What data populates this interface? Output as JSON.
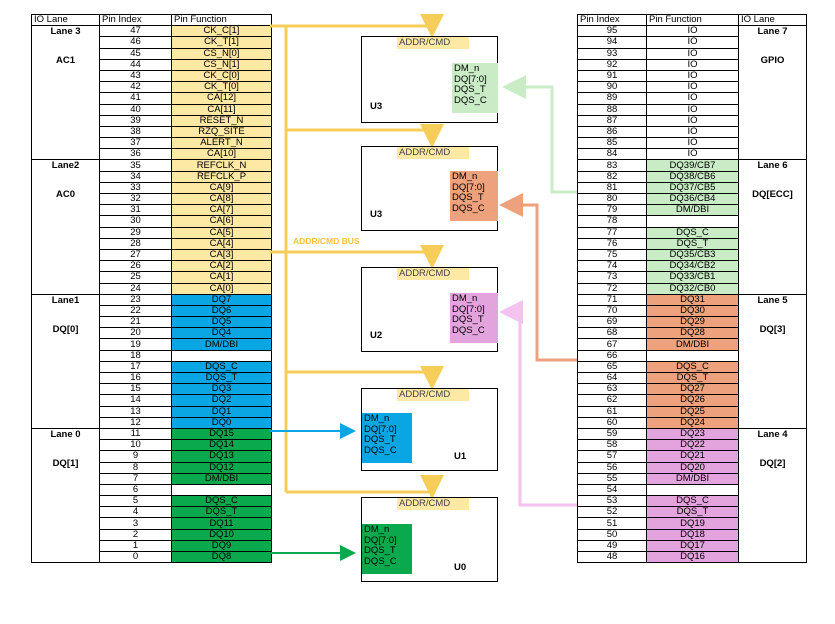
{
  "left_table": {
    "headers": [
      "IO Lane",
      "Pin Index",
      "Pin Function"
    ],
    "lanes": [
      {
        "lane": "Lane 3",
        "group": "AC1",
        "rows": 12
      },
      {
        "lane": "Lane2",
        "group": "AC0",
        "rows": 12
      },
      {
        "lane": "Lane1",
        "group": "DQ[0]",
        "rows": 12
      },
      {
        "lane": "Lane 0",
        "group": "DQ[1]",
        "rows": 12
      }
    ],
    "rows": [
      {
        "pin": "47",
        "fn": "CK_C[1]",
        "c": "yellow"
      },
      {
        "pin": "46",
        "fn": "CK_T[1]",
        "c": "yellow"
      },
      {
        "pin": "45",
        "fn": "CS_N[0]",
        "c": "yellow"
      },
      {
        "pin": "44",
        "fn": "CS_N[1]",
        "c": "yellow"
      },
      {
        "pin": "43",
        "fn": "CK_C[0]",
        "c": "yellow"
      },
      {
        "pin": "42",
        "fn": "CK_T[0]",
        "c": "yellow"
      },
      {
        "pin": "41",
        "fn": "CA[12]",
        "c": "yellow"
      },
      {
        "pin": "40",
        "fn": "CA[11]",
        "c": "yellow"
      },
      {
        "pin": "39",
        "fn": "RESET_N",
        "c": "yellow"
      },
      {
        "pin": "38",
        "fn": "RZQ_SITE",
        "c": "yellow"
      },
      {
        "pin": "37",
        "fn": "ALERT_N",
        "c": "yellow"
      },
      {
        "pin": "36",
        "fn": "CA[10]",
        "c": "yellow"
      },
      {
        "pin": "35",
        "fn": "REFCLK_N",
        "c": "yellow"
      },
      {
        "pin": "34",
        "fn": "REFCLK_P",
        "c": "yellow"
      },
      {
        "pin": "33",
        "fn": "CA[9]",
        "c": "yellow"
      },
      {
        "pin": "32",
        "fn": "CA[8]",
        "c": "yellow"
      },
      {
        "pin": "31",
        "fn": "CA[7]",
        "c": "yellow"
      },
      {
        "pin": "30",
        "fn": "CA[6]",
        "c": "yellow"
      },
      {
        "pin": "29",
        "fn": "CA[5]",
        "c": "yellow"
      },
      {
        "pin": "28",
        "fn": "CA[4]",
        "c": "yellow"
      },
      {
        "pin": "27",
        "fn": "CA[3]",
        "c": "yellow"
      },
      {
        "pin": "26",
        "fn": "CA[2]",
        "c": "yellow"
      },
      {
        "pin": "25",
        "fn": "CA[1]",
        "c": "yellow"
      },
      {
        "pin": "24",
        "fn": "CA[0]",
        "c": "yellow"
      },
      {
        "pin": "23",
        "fn": "DQ7",
        "c": "blue"
      },
      {
        "pin": "22",
        "fn": "DQ6",
        "c": "blue"
      },
      {
        "pin": "21",
        "fn": "DQ5",
        "c": "blue"
      },
      {
        "pin": "20",
        "fn": "DQ4",
        "c": "blue"
      },
      {
        "pin": "19",
        "fn": "DM/DBI",
        "c": "blue"
      },
      {
        "pin": "18",
        "fn": "",
        "c": "white"
      },
      {
        "pin": "17",
        "fn": "DQS_C",
        "c": "blue"
      },
      {
        "pin": "16",
        "fn": "DQS_T",
        "c": "blue"
      },
      {
        "pin": "15",
        "fn": "DQ3",
        "c": "blue"
      },
      {
        "pin": "14",
        "fn": "DQ2",
        "c": "blue"
      },
      {
        "pin": "13",
        "fn": "DQ1",
        "c": "blue"
      },
      {
        "pin": "12",
        "fn": "DQ0",
        "c": "blue"
      },
      {
        "pin": "11",
        "fn": "DQ15",
        "c": "green"
      },
      {
        "pin": "10",
        "fn": "DQ14",
        "c": "green"
      },
      {
        "pin": "9",
        "fn": "DQ13",
        "c": "green"
      },
      {
        "pin": "8",
        "fn": "DQ12",
        "c": "green"
      },
      {
        "pin": "7",
        "fn": "DM/DBI",
        "c": "green"
      },
      {
        "pin": "6",
        "fn": "",
        "c": "white"
      },
      {
        "pin": "5",
        "fn": "DQS_C",
        "c": "green"
      },
      {
        "pin": "4",
        "fn": "DQS_T",
        "c": "green"
      },
      {
        "pin": "3",
        "fn": "DQ11",
        "c": "green"
      },
      {
        "pin": "2",
        "fn": "DQ10",
        "c": "green"
      },
      {
        "pin": "1",
        "fn": "DQ9",
        "c": "green"
      },
      {
        "pin": "0",
        "fn": "DQ8",
        "c": "green"
      }
    ]
  },
  "right_table": {
    "headers": [
      "Pin Index",
      "Pin Function",
      "IO Lane"
    ],
    "lanes": [
      {
        "lane": "Lane 7",
        "group": "GPIO",
        "rows": 12
      },
      {
        "lane": "Lane 6",
        "group": "DQ[ECC]",
        "rows": 12
      },
      {
        "lane": "Lane 5",
        "group": "DQ[3]",
        "rows": 12
      },
      {
        "lane": "Lane 4",
        "group": "DQ[2]",
        "rows": 12
      }
    ],
    "rows": [
      {
        "pin": "95",
        "fn": "IO",
        "c": "white"
      },
      {
        "pin": "94",
        "fn": "IO",
        "c": "white"
      },
      {
        "pin": "93",
        "fn": "IO",
        "c": "white"
      },
      {
        "pin": "92",
        "fn": "IO",
        "c": "white"
      },
      {
        "pin": "91",
        "fn": "IO",
        "c": "white"
      },
      {
        "pin": "90",
        "fn": "IO",
        "c": "white"
      },
      {
        "pin": "89",
        "fn": "IO",
        "c": "white"
      },
      {
        "pin": "88",
        "fn": "IO",
        "c": "white"
      },
      {
        "pin": "87",
        "fn": "IO",
        "c": "white"
      },
      {
        "pin": "86",
        "fn": "IO",
        "c": "white"
      },
      {
        "pin": "85",
        "fn": "IO",
        "c": "white"
      },
      {
        "pin": "84",
        "fn": "IO",
        "c": "white"
      },
      {
        "pin": "83",
        "fn": "DQ39/CB7",
        "c": "lgreen"
      },
      {
        "pin": "82",
        "fn": "DQ38/CB6",
        "c": "lgreen"
      },
      {
        "pin": "81",
        "fn": "DQ37/CB5",
        "c": "lgreen"
      },
      {
        "pin": "80",
        "fn": "DQ36/CB4",
        "c": "lgreen"
      },
      {
        "pin": "79",
        "fn": "DM/DBI",
        "c": "lgreen"
      },
      {
        "pin": "78",
        "fn": "",
        "c": "white"
      },
      {
        "pin": "77",
        "fn": "DQS_C",
        "c": "lgreen"
      },
      {
        "pin": "76",
        "fn": "DQS_T",
        "c": "lgreen"
      },
      {
        "pin": "75",
        "fn": "DQ35/CB3",
        "c": "lgreen"
      },
      {
        "pin": "74",
        "fn": "DQ34/CB2",
        "c": "lgreen"
      },
      {
        "pin": "73",
        "fn": "DQ33/CB1",
        "c": "lgreen"
      },
      {
        "pin": "72",
        "fn": "DQ32/CB0",
        "c": "lgreen"
      },
      {
        "pin": "71",
        "fn": "DQ31",
        "c": "salmon"
      },
      {
        "pin": "70",
        "fn": "DQ30",
        "c": "salmon"
      },
      {
        "pin": "69",
        "fn": "DQ29",
        "c": "salmon"
      },
      {
        "pin": "68",
        "fn": "DQ28",
        "c": "salmon"
      },
      {
        "pin": "67",
        "fn": "DM/DBI",
        "c": "salmon"
      },
      {
        "pin": "66",
        "fn": "",
        "c": "white"
      },
      {
        "pin": "65",
        "fn": "DQS_C",
        "c": "salmon"
      },
      {
        "pin": "64",
        "fn": "DQS_T",
        "c": "salmon"
      },
      {
        "pin": "63",
        "fn": "DQ27",
        "c": "salmon"
      },
      {
        "pin": "62",
        "fn": "DQ26",
        "c": "salmon"
      },
      {
        "pin": "61",
        "fn": "DQ25",
        "c": "salmon"
      },
      {
        "pin": "60",
        "fn": "DQ24",
        "c": "salmon"
      },
      {
        "pin": "59",
        "fn": "DQ23",
        "c": "pink"
      },
      {
        "pin": "58",
        "fn": "DQ22",
        "c": "pink"
      },
      {
        "pin": "57",
        "fn": "DQ21",
        "c": "pink"
      },
      {
        "pin": "56",
        "fn": "DQ20",
        "c": "pink"
      },
      {
        "pin": "55",
        "fn": "DM/DBI",
        "c": "pink"
      },
      {
        "pin": "54",
        "fn": "",
        "c": "white"
      },
      {
        "pin": "53",
        "fn": "DQS_C",
        "c": "pink"
      },
      {
        "pin": "52",
        "fn": "DQS_T",
        "c": "pink"
      },
      {
        "pin": "51",
        "fn": "DQ19",
        "c": "pink"
      },
      {
        "pin": "50",
        "fn": "DQ18",
        "c": "pink"
      },
      {
        "pin": "49",
        "fn": "DQ17",
        "c": "pink"
      },
      {
        "pin": "48",
        "fn": "DQ16",
        "c": "pink"
      }
    ]
  },
  "bus_label": "ADDR/CMD BUS",
  "chips": [
    {
      "name": "U3",
      "cmd": "ADDR/CMD",
      "signals": [
        "DM_n",
        "DQ[7:0]",
        "DQS_T",
        "DQS_C"
      ],
      "color": "lgreen"
    },
    {
      "name": "U3",
      "cmd": "ADDR/CMD",
      "signals": [
        "DM_n",
        "DQ[7:0]",
        "DQS_T",
        "DQS_C"
      ],
      "color": "salmon"
    },
    {
      "name": "U2",
      "cmd": "ADDR/CMD",
      "signals": [
        "DM_n",
        "DQ[7:0]",
        "DQS_T",
        "DQS_C"
      ],
      "color": "pink"
    },
    {
      "name": "U1",
      "cmd": "ADDR/CMD",
      "signals": [
        "DM_n",
        "DQ[7:0]",
        "DQS_T",
        "DQS_C"
      ],
      "color": "blue"
    },
    {
      "name": "U0",
      "cmd": "ADDR/CMD",
      "signals": [
        "DM_n",
        "DQ[7:0]",
        "DQS_T",
        "DQS_C"
      ],
      "color": "green"
    }
  ],
  "colors": {
    "yellow": "#fde8a4",
    "bus": "#f7cd5a",
    "blue": "#0aa6e4",
    "green": "#0aa94e",
    "lgreen": "#c9ecc6",
    "salmon": "#eda17c",
    "pink": "#e3a4de"
  }
}
